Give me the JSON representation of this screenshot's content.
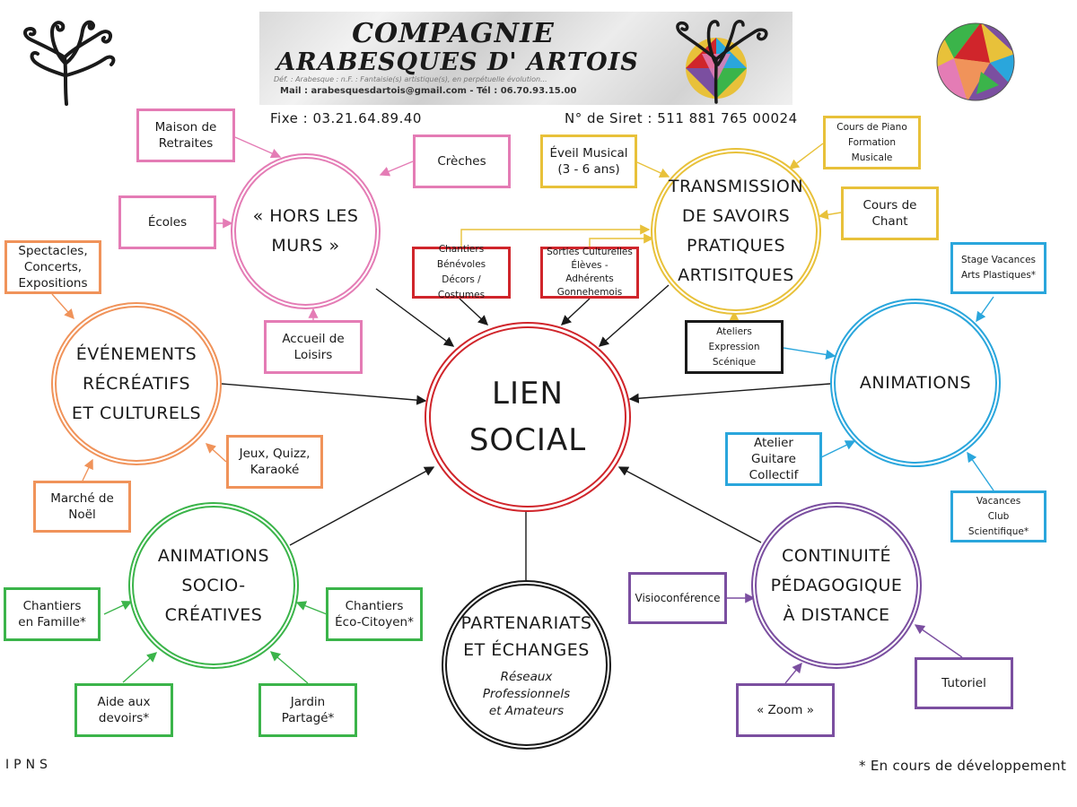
{
  "header": {
    "brand_line1": "COMPAGNIE",
    "brand_line2": "ARABESQUES D' ARTOIS",
    "brand_tagline": "Déf. : Arabesque : n.F. : Fantaisie(s) artistique(s), en perpétuelle évolution...",
    "brand_contact": "Mail : arabesquesdartois@gmail.com - Tél : 06.70.93.15.00",
    "phone_fixed": "Fixe : 03.21.64.89.40",
    "siret": "N° de Siret : 511 881 765 00024"
  },
  "colors": {
    "pink": "#e47cb5",
    "yellow": "#e8c13a",
    "orange": "#f0935a",
    "blue": "#2aa6dc",
    "green": "#3bb44a",
    "purple": "#7b4fa0",
    "red": "#d0252b",
    "black": "#1a1a1a"
  },
  "center": {
    "title": "LIEN\nSOCIAL"
  },
  "hubs": {
    "hors_murs": "« HORS LES\nMURS »",
    "transmission": "TRANSMISSION\nDE SAVOIRS\nPRATIQUES\nARTISITQUES",
    "evenements": "ÉVÉNEMENTS\nRÉCRÉATIFS\nET CULTURELS",
    "animations": "ANIMATIONS",
    "socio": "ANIMATIONS\nSOCIO-\nCRÉATIVES",
    "partenariats": "PARTENARIATS\nET ÉCHANGES",
    "partenariats_sub": "Réseaux\nProfessionnels\net Amateurs",
    "continuite": "CONTINUITÉ\nPÉDAGOGIQUE\nÀ DISTANCE"
  },
  "leaves": {
    "maison_retraites": "Maison de\nRetraites",
    "creches": "Crèches",
    "ecoles": "Écoles",
    "accueil_loisirs": "Accueil de\nLoisirs",
    "eveil_musical": "Éveil Musical\n(3 - 6 ans)",
    "cours_piano": "Cours de Piano\nFormation Musicale",
    "cours_chant": "Cours de\nChant",
    "chantiers_benevoles": "Chantiers Bénévoles\nDécors / Costumes",
    "sorties_culturelles": "Sorties Culturelles\nÉlèves - Adhérents\nGonnehemois",
    "ateliers_expression": "Ateliers\nExpression Scénique",
    "stage_vacances": "Stage Vacances\nArts Plastiques*",
    "atelier_guitare": "Atelier Guitare\nCollectif",
    "vacances_club": "Vacances\nClub Scientifique*",
    "spectacles": "Spectacles,\nConcerts,\nExpositions",
    "jeux_quizz": "Jeux, Quizz,\nKaraoké",
    "marche_noel": "Marché de\nNoël",
    "chantiers_famille": "Chantiers\nen Famille*",
    "chantiers_eco": "Chantiers\nÉco-Citoyen*",
    "aide_devoirs": "Aide aux\ndevoirs*",
    "jardin_partage": "Jardin\nPartagé*",
    "visioconference": "Visioconférence",
    "zoom": "« Zoom »",
    "tutoriel": "Tutoriel"
  },
  "footer": {
    "left": "IPNS",
    "right": "* En cours de développement"
  },
  "logo_note": {
    "left_tree_icon": "spiral-tree-icon",
    "center_tree_icon": "colorful-tree-icon",
    "right_logo_icon": "mosaic-circle-icon"
  }
}
